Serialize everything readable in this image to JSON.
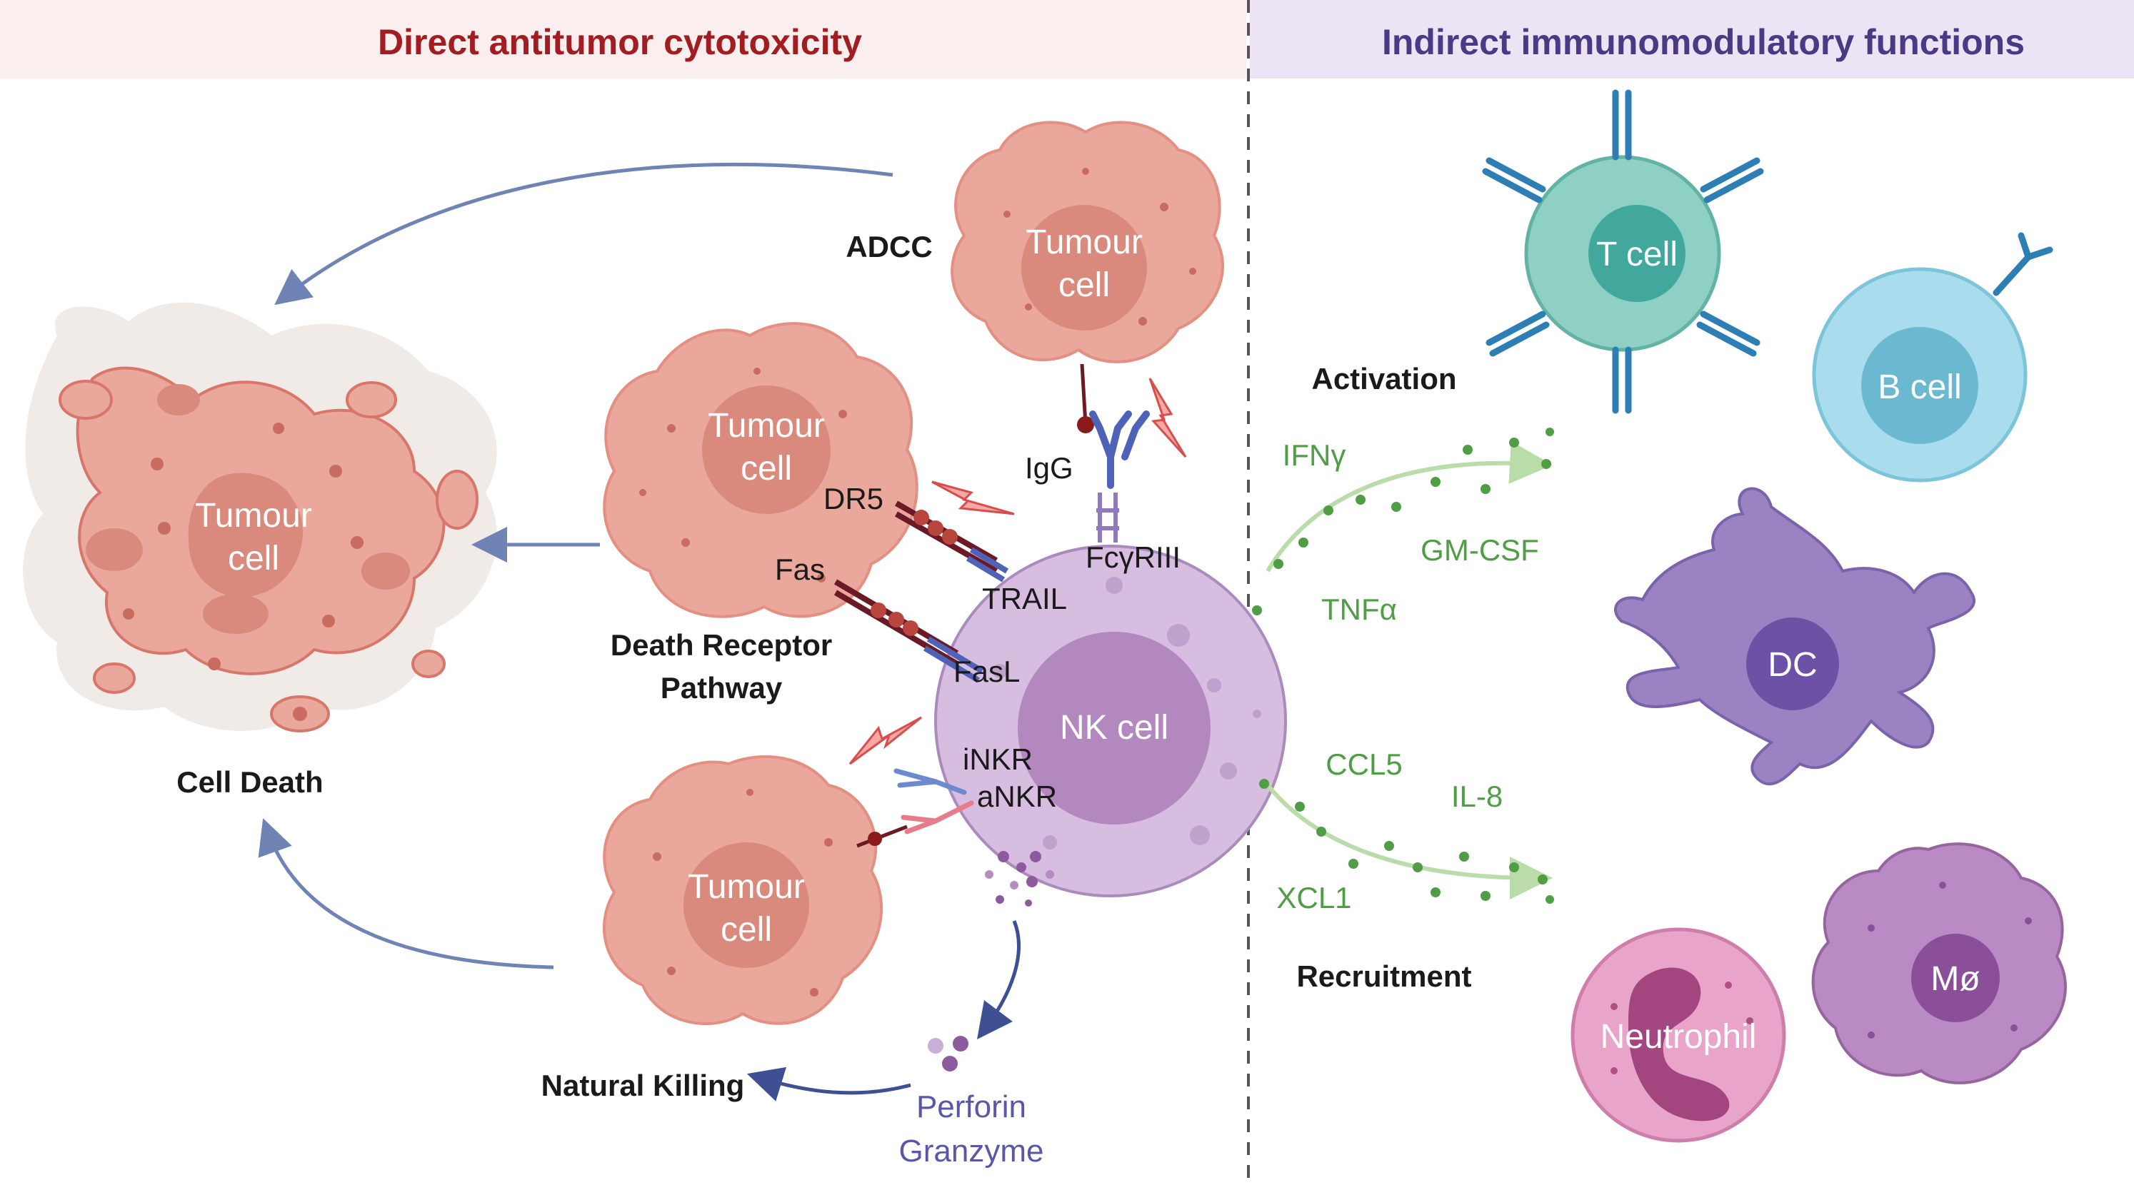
{
  "headers": {
    "left": "Direct antitumor cytotoxicity",
    "right": "Indirect immunomodulatory functions"
  },
  "colors": {
    "left_header_bg": "#fbeeee",
    "left_header_text": "#a11d22",
    "right_header_bg": "#ece3f4",
    "right_header_text": "#4a3a85",
    "tumour_fill": "#eaa79c",
    "tumour_nucleus": "#d98a7d",
    "nk_fill": "#d7bde0",
    "nk_nucleus": "#b388bf",
    "t_cell": "#8fd0c4",
    "b_cell": "#a9dcec",
    "dc": "#9b83c3",
    "neutrophil": "#e9a5c9",
    "macrophage": "#b98ac4",
    "cytokine_green": "#4f9e45",
    "arrow_blue": "#6f83b4"
  },
  "icons": [
    "lightning-icon",
    "antibody-icon",
    "receptor-icon",
    "arrow-icon"
  ],
  "left": {
    "dead_cell_label": "Tumour cell",
    "cell_death": "Cell Death",
    "adcc": "ADCC",
    "adcc_tumour": "Tumour cell",
    "dr_tumour": "Tumour cell",
    "nk_tumour": "Tumour cell",
    "dr5": "DR5",
    "fas": "Fas",
    "death_receptor_1": "Death Receptor",
    "death_receptor_2": "Pathway",
    "natural_killing": "Natural Killing",
    "igg": "IgG",
    "fcyriii": "FcγRIII",
    "trail": "TRAIL",
    "fasl": "FasL",
    "inkr": "iNKR",
    "ankr": "aNKR",
    "nk_cell": "NK cell",
    "perforin": "Perforin",
    "granzyme": "Granzyme"
  },
  "right": {
    "activation": "Activation",
    "recruitment": "Recruitment",
    "ifng": "IFNγ",
    "gmcsf": "GM-CSF",
    "tnfa": "TNFα",
    "ccl5": "CCL5",
    "il8": "IL-8",
    "xcl1": "XCL1",
    "t_cell": "T cell",
    "b_cell": "B cell",
    "dc": "DC",
    "neutrophil": "Neutrophil",
    "macrophage": "Mø"
  }
}
